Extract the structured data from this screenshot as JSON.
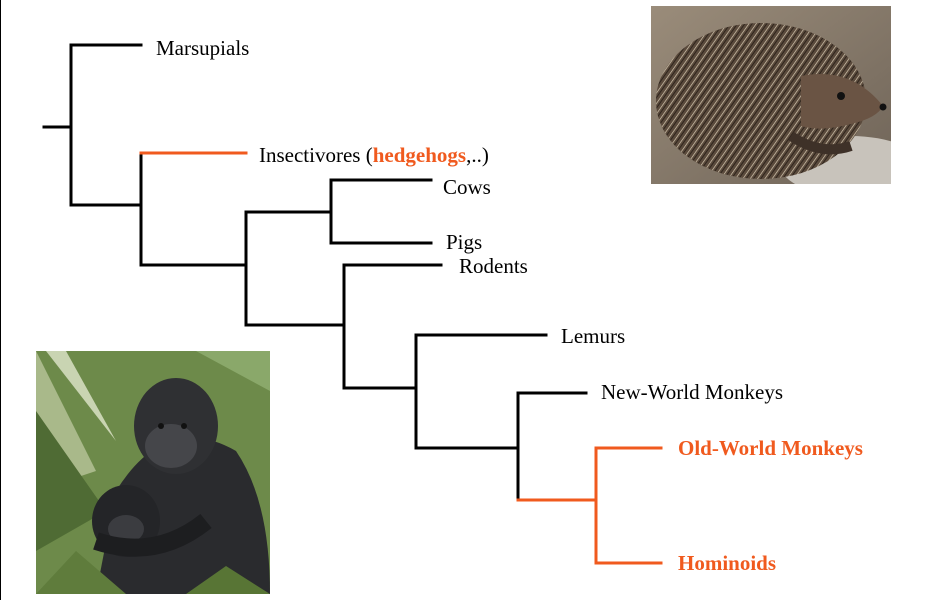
{
  "colors": {
    "branch": "#000000",
    "highlight": "#f05a1e"
  },
  "tree": {
    "taxa": [
      {
        "id": "marsupials",
        "label": "Marsupials",
        "highlight": false
      },
      {
        "id": "insectivores",
        "label_prefix": "Insectivores (",
        "label_emph": "hedgehogs",
        "label_suffix": ",..)",
        "highlight": false
      },
      {
        "id": "cows",
        "label": "Cows",
        "highlight": false
      },
      {
        "id": "pigs",
        "label": "Pigs",
        "highlight": false
      },
      {
        "id": "rodents",
        "label": "Rodents",
        "highlight": false
      },
      {
        "id": "lemurs",
        "label": "Lemurs",
        "highlight": false
      },
      {
        "id": "nwm",
        "label": "New-World Monkeys",
        "highlight": false
      },
      {
        "id": "owm",
        "label": "Old-World Monkeys",
        "highlight": true
      },
      {
        "id": "hominoids",
        "label": "Hominoids",
        "highlight": true
      }
    ],
    "highlighted_branches": [
      "insectivores-branch",
      "owm-hominoids-clade"
    ]
  },
  "images": [
    {
      "id": "hedgehog",
      "subject": "hedgehog"
    },
    {
      "id": "bonobo",
      "subject": "bonobo mother and infant"
    }
  ]
}
